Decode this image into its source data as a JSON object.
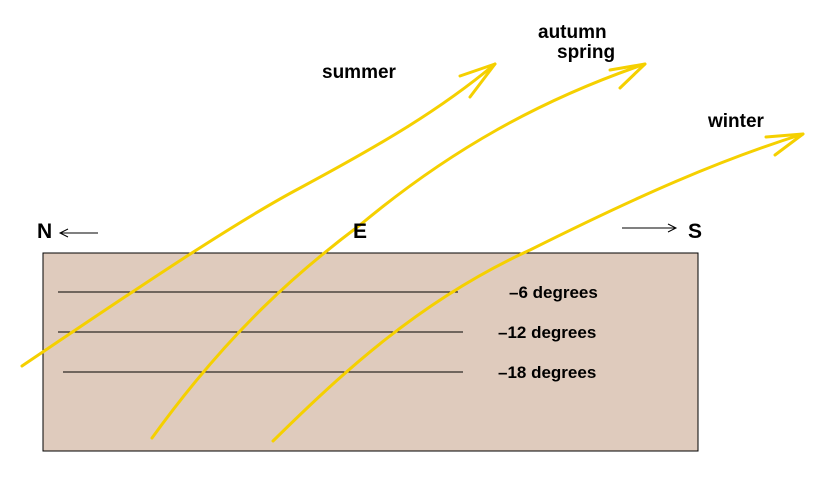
{
  "colors": {
    "ground": "#dfcbbd",
    "sun_path": "#f5d000"
  },
  "directions": {
    "north": "N",
    "east": "E",
    "south": "S"
  },
  "paths": {
    "summer": "summer",
    "autumn": "autumn",
    "spring": "spring",
    "winter": "winter"
  },
  "depths": [
    "–6 degrees",
    "–12 degrees",
    "–18 degrees"
  ]
}
